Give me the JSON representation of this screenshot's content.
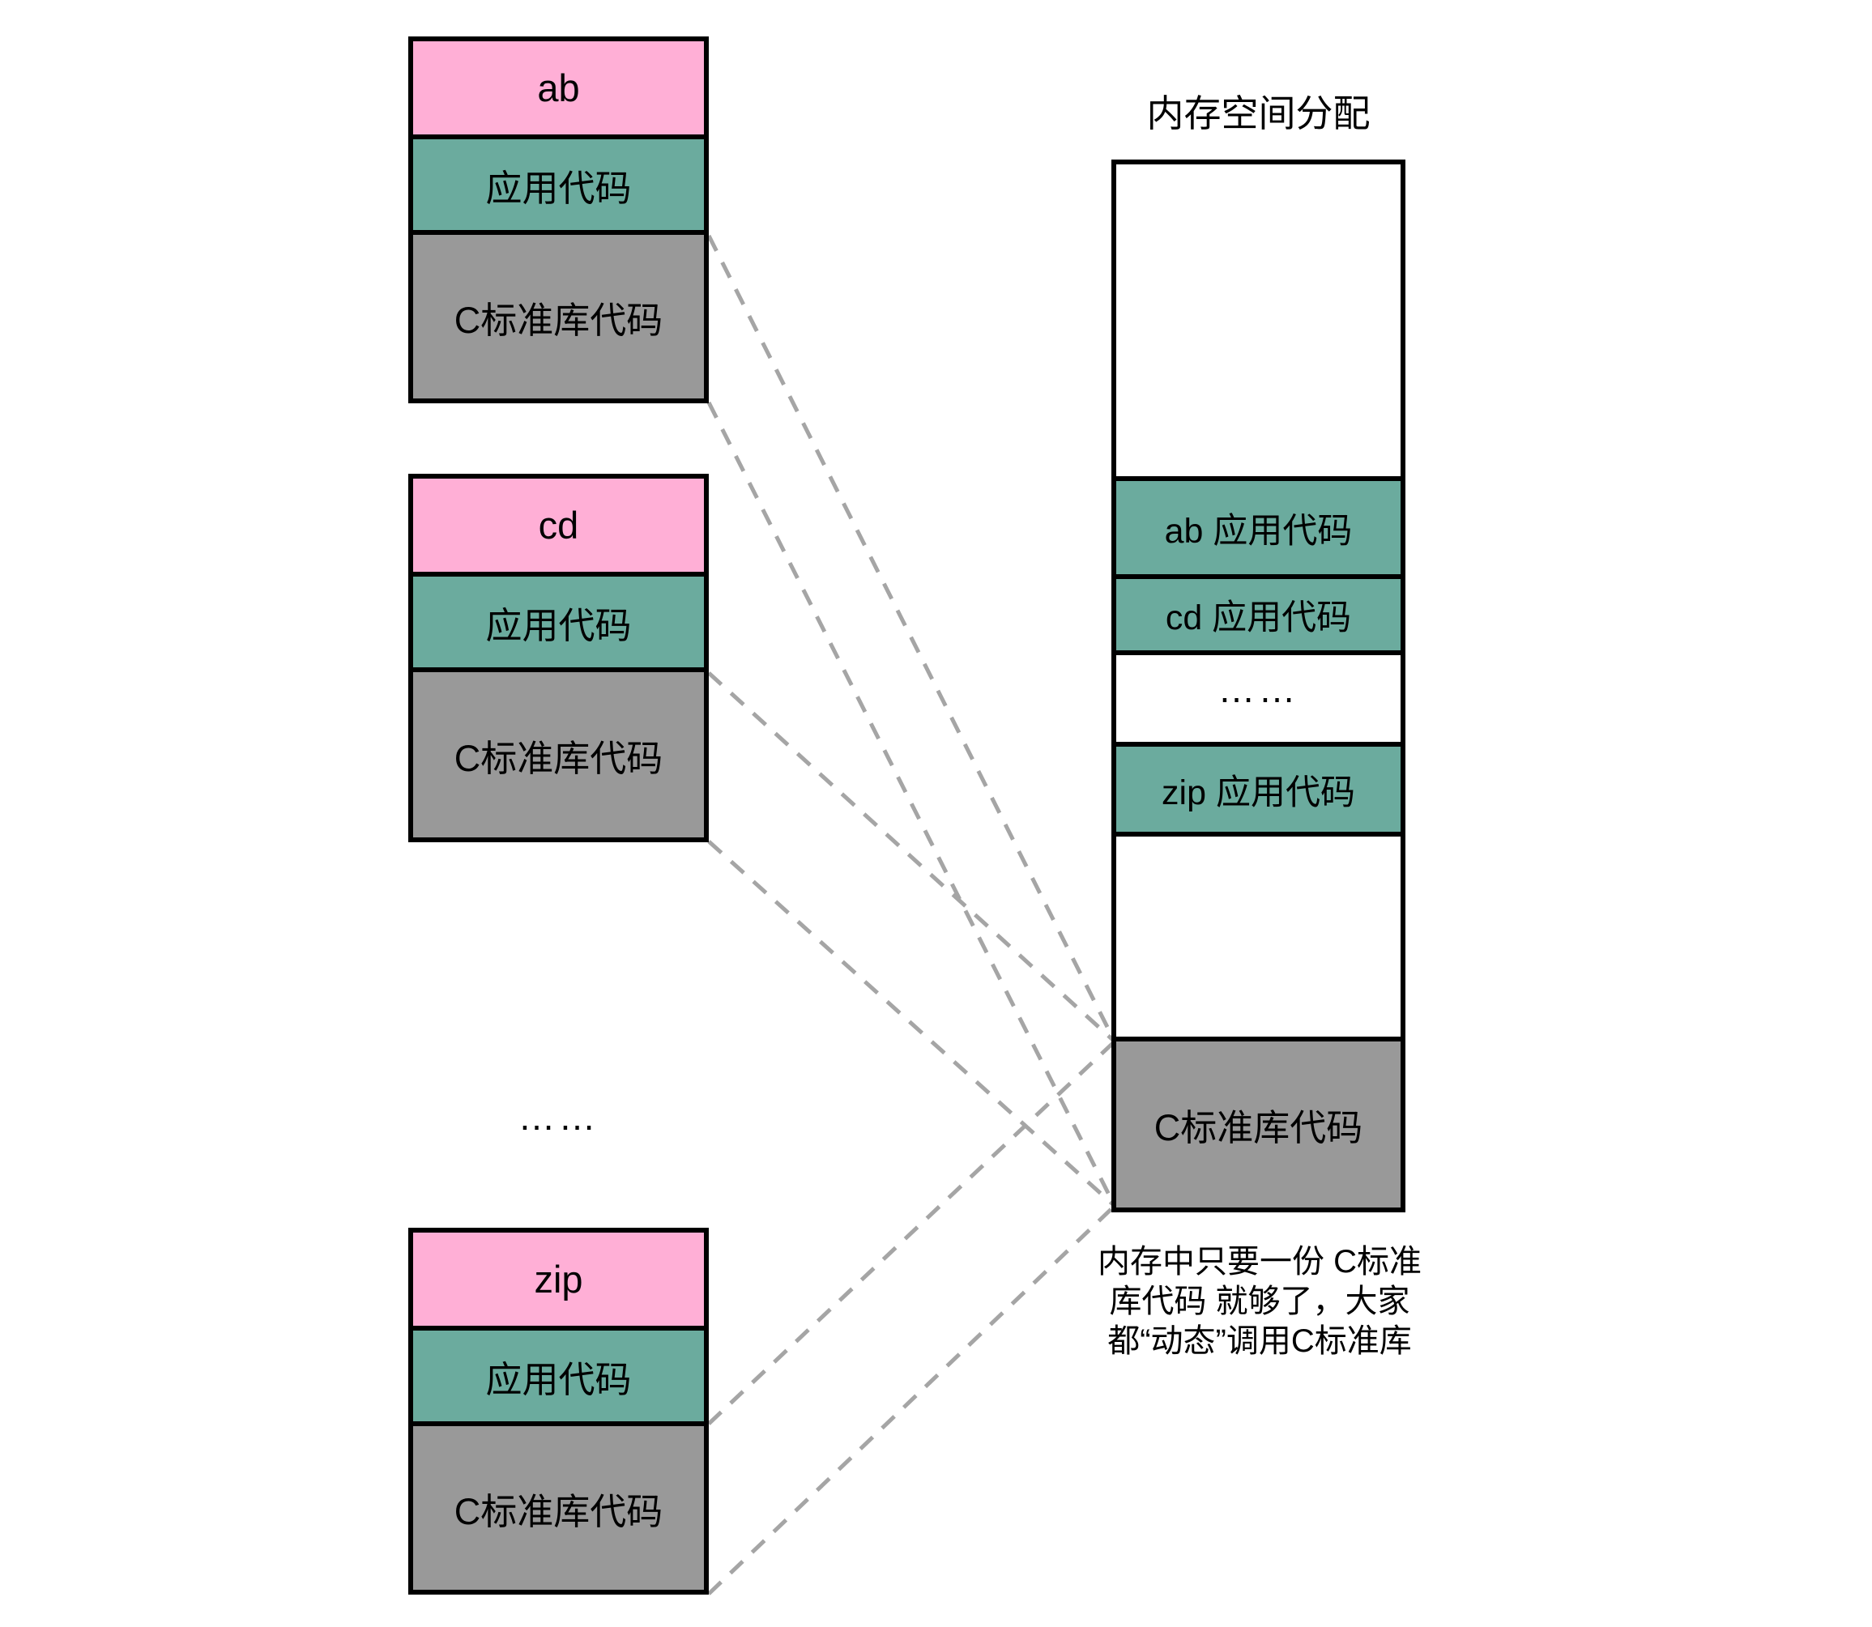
{
  "title": "内存空间分配",
  "programs": [
    {
      "name": "ab",
      "app": "应用代码",
      "lib": "C标准库代码"
    },
    {
      "name": "cd",
      "app": "应用代码",
      "lib": "C标准库代码"
    },
    {
      "name": "zip",
      "app": "应用代码",
      "lib": "C标准库代码"
    }
  ],
  "left_ellipsis": "……",
  "memory": {
    "seg_ab": "ab 应用代码",
    "seg_cd": "cd 应用代码",
    "seg_dots": "……",
    "seg_zip": "zip 应用代码",
    "seg_lib": "C标准库代码"
  },
  "annotation": {
    "line1": "内存中只要一份 C标准",
    "line2": "库代码 就够了，大家",
    "line3": "都“动态”调用C标准库"
  },
  "colors": {
    "program_name_bg": "#ffafd6",
    "app_code_bg": "#6bab9e",
    "lib_code_bg": "#999999",
    "border": "#000000",
    "connector": "#a5a5a5"
  }
}
